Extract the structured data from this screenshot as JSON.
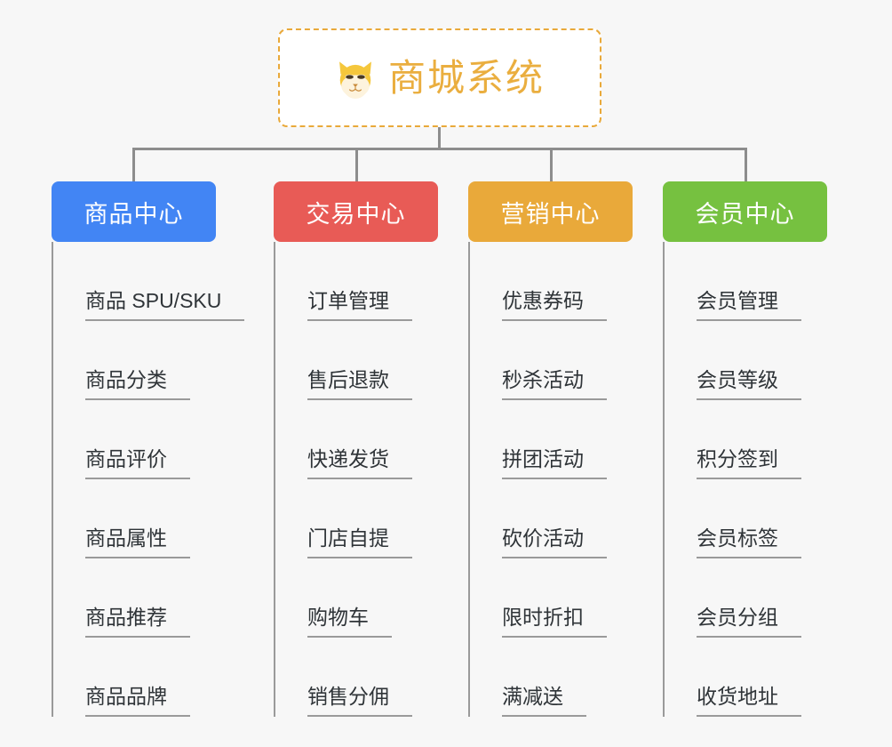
{
  "background_color": "#f7f7f7",
  "root": {
    "title": "商城系统",
    "icon": "shiba-dog-icon",
    "text_color": "#eaae3f",
    "border_color": "#e9a93a",
    "fill_color": "#ffffff"
  },
  "connector_color": "#8d8d8d",
  "columns": [
    {
      "header": "商品中心",
      "color": "#4285f4",
      "items": [
        "商品 SPU/SKU",
        "商品分类",
        "商品评价",
        "商品属性",
        "商品推荐",
        "商品品牌"
      ]
    },
    {
      "header": "交易中心",
      "color": "#e85b56",
      "items": [
        "订单管理",
        "售后退款",
        "快递发货",
        "门店自提",
        "购物车",
        "销售分佣"
      ]
    },
    {
      "header": "营销中心",
      "color": "#e9a93a",
      "items": [
        "优惠券码",
        "秒杀活动",
        "拼团活动",
        "砍价活动",
        "限时折扣",
        "满减送"
      ]
    },
    {
      "header": "会员中心",
      "color": "#76c140",
      "items": [
        "会员管理",
        "会员等级",
        "积分签到",
        "会员标签",
        "会员分组",
        "收货地址"
      ]
    }
  ]
}
